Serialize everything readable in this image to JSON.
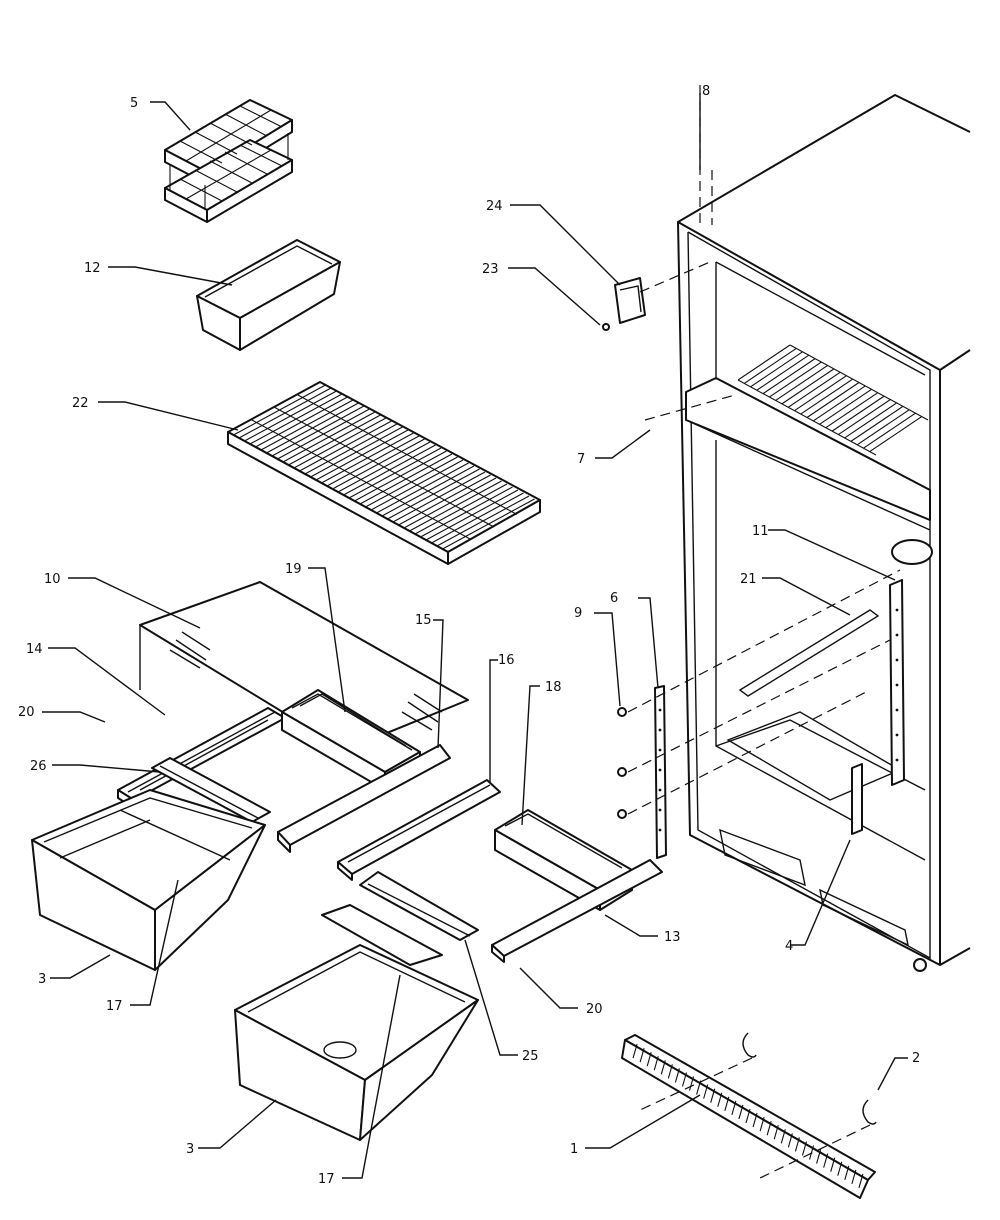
{
  "callouts": [
    {
      "id": "c1",
      "label": "1"
    },
    {
      "id": "c2",
      "label": "2"
    },
    {
      "id": "c3a",
      "label": "3"
    },
    {
      "id": "c3b",
      "label": "3"
    },
    {
      "id": "c4",
      "label": "4"
    },
    {
      "id": "c5",
      "label": "5"
    },
    {
      "id": "c6",
      "label": "6"
    },
    {
      "id": "c7",
      "label": "7"
    },
    {
      "id": "c8",
      "label": "8"
    },
    {
      "id": "c9",
      "label": "9"
    },
    {
      "id": "c10",
      "label": "10"
    },
    {
      "id": "c11",
      "label": "11"
    },
    {
      "id": "c12",
      "label": "12"
    },
    {
      "id": "c13",
      "label": "13"
    },
    {
      "id": "c14",
      "label": "14"
    },
    {
      "id": "c15",
      "label": "15"
    },
    {
      "id": "c16",
      "label": "16"
    },
    {
      "id": "c17a",
      "label": "17"
    },
    {
      "id": "c17b",
      "label": "17"
    },
    {
      "id": "c18",
      "label": "18"
    },
    {
      "id": "c19",
      "label": "19"
    },
    {
      "id": "c20a",
      "label": "20"
    },
    {
      "id": "c20b",
      "label": "20"
    },
    {
      "id": "c21",
      "label": "21"
    },
    {
      "id": "c22",
      "label": "22"
    },
    {
      "id": "c23",
      "label": "23"
    },
    {
      "id": "c24",
      "label": "24"
    },
    {
      "id": "c25",
      "label": "25"
    },
    {
      "id": "c26",
      "label": "26"
    }
  ],
  "labels": {
    "c1": "1",
    "c2": "2",
    "c3a": "3",
    "c3b": "3",
    "c4": "4",
    "c5": "5",
    "c6": "6",
    "c7": "7",
    "c8": "8",
    "c9": "9",
    "c10": "10",
    "c11": "11",
    "c12": "12",
    "c13": "13",
    "c14": "14",
    "c15": "15",
    "c16": "16",
    "c17a": "17",
    "c17b": "17",
    "c18": "18",
    "c19": "19",
    "c20a": "20",
    "c20b": "20",
    "c21": "21",
    "c22": "22",
    "c23": "23",
    "c24": "24",
    "c25": "25",
    "c26": "26"
  }
}
